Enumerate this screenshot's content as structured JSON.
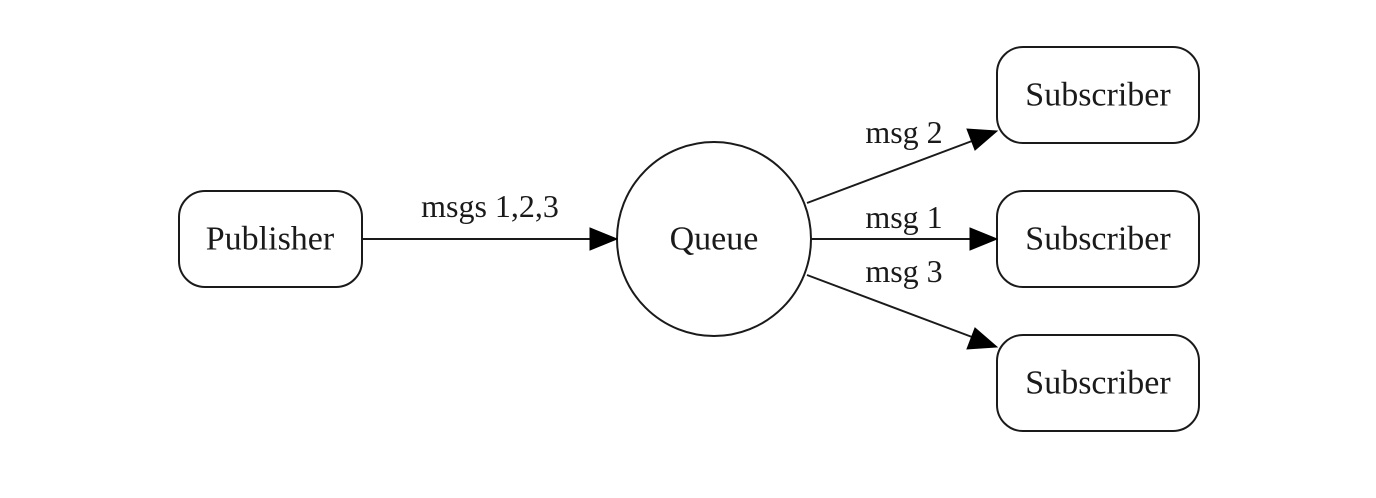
{
  "nodes": {
    "publisher": {
      "label": "Publisher"
    },
    "queue": {
      "label": "Queue"
    },
    "subscriber_top": {
      "label": "Subscriber"
    },
    "subscriber_middle": {
      "label": "Subscriber"
    },
    "subscriber_bottom": {
      "label": "Subscriber"
    }
  },
  "edges": {
    "publisher_to_queue": {
      "label": "msgs 1,2,3"
    },
    "queue_to_subscriber_top": {
      "label": "msg 2"
    },
    "queue_to_subscriber_middle": {
      "label": "msg 1"
    },
    "queue_to_subscriber_bottom": {
      "label": "msg 3"
    }
  }
}
